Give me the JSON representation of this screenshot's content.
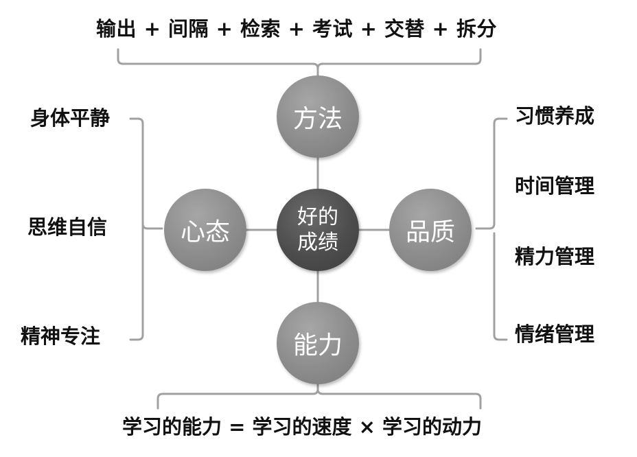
{
  "top_formula": "输出 + 间隔 + 检索 + 考试 + 交替 + 拆分",
  "bottom_formula": "学习的能力 = 学习的速度 × 学习的动力",
  "center": {
    "line1": "好的",
    "line2": "成绩"
  },
  "nodes": {
    "top": "方法",
    "left": "心态",
    "right": "品质",
    "bottom": "能力"
  },
  "left_items": [
    "身体平静",
    "思维自信",
    "精神专注"
  ],
  "right_items": [
    "习惯养成",
    "时间管理",
    "精力管理",
    "情绪管理"
  ],
  "colors": {
    "center": "#4d4d4d",
    "outer": "#8c8c8c",
    "connector": "#a0a0a0",
    "text": "#111111"
  }
}
